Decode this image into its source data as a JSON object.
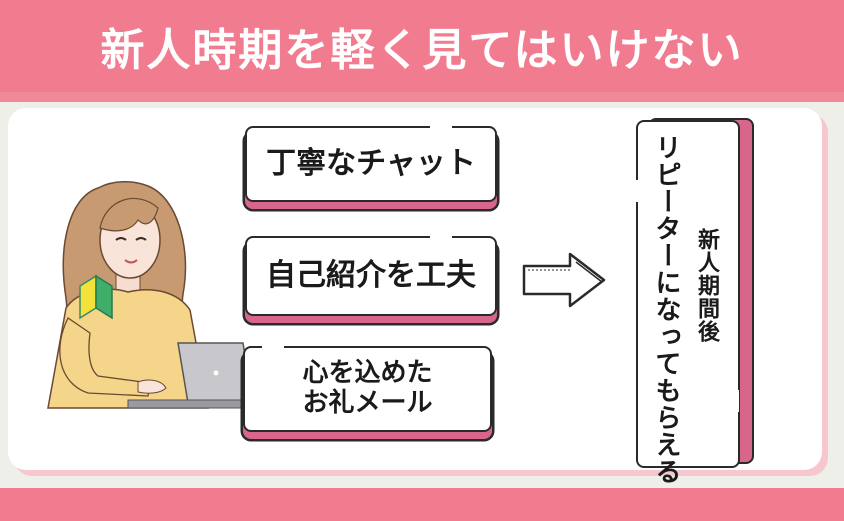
{
  "title": "新人時期を軽く見てはいけない",
  "actions": [
    {
      "label": "丁寧なチャット"
    },
    {
      "label": "自己紹介を工夫"
    },
    {
      "line1": "心を込めた",
      "line2": "お礼メール"
    }
  ],
  "result": {
    "main": "リピーターになってもらえる",
    "sub": "新人期間後"
  },
  "colors": {
    "banner": "#f27c8f",
    "accent": "#d8668a",
    "outline": "#2a2a2a",
    "background": "#efefea"
  },
  "icons": {
    "arrow": "right-arrow-icon",
    "beginner_mark": "beginner-mark-icon"
  }
}
